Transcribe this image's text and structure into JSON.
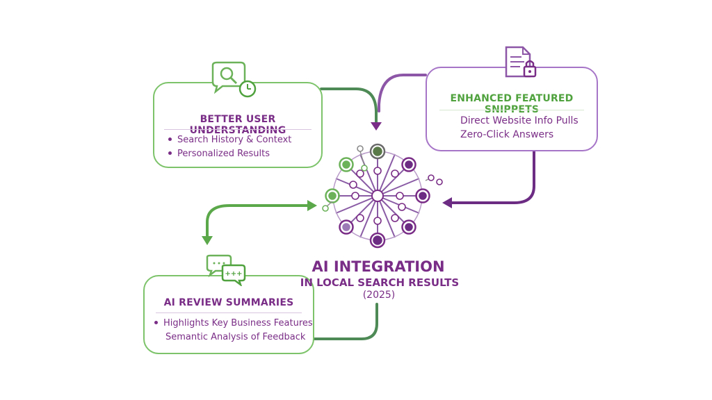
{
  "colors": {
    "purple": "#7a2d86",
    "green": "#4fa23e",
    "light_purple": "#a775c8",
    "light_green": "#7cc36a",
    "grey": "#8a8a8a"
  },
  "center": {
    "title_line1": "AI INTEGRATION",
    "title_line2": "IN LOCAL SEARCH RESULTS",
    "title_line3": "(2025)",
    "hub_icon": "neural-network-hub-icon"
  },
  "cards": {
    "better_user_understanding": {
      "title": "BETTER USER UNDERSTANDING",
      "icon": "chat-search-clock-icon",
      "bullets": [
        "Search History & Context",
        "Personalized Results"
      ]
    },
    "enhanced_featured_snippets": {
      "title": "ENHANCED FEATURED SNIPPETS",
      "icon": "document-lock-icon",
      "lines": [
        "Direct Website Info Pulls",
        "Zero-Click Answers"
      ]
    },
    "ai_review_summaries": {
      "title": "AI REVIEW SUMMARIES",
      "icon": "chat-bubbles-icon",
      "bullet": "Highlights Key Business Features",
      "line": "Semantic Analysis of Feedback"
    }
  }
}
